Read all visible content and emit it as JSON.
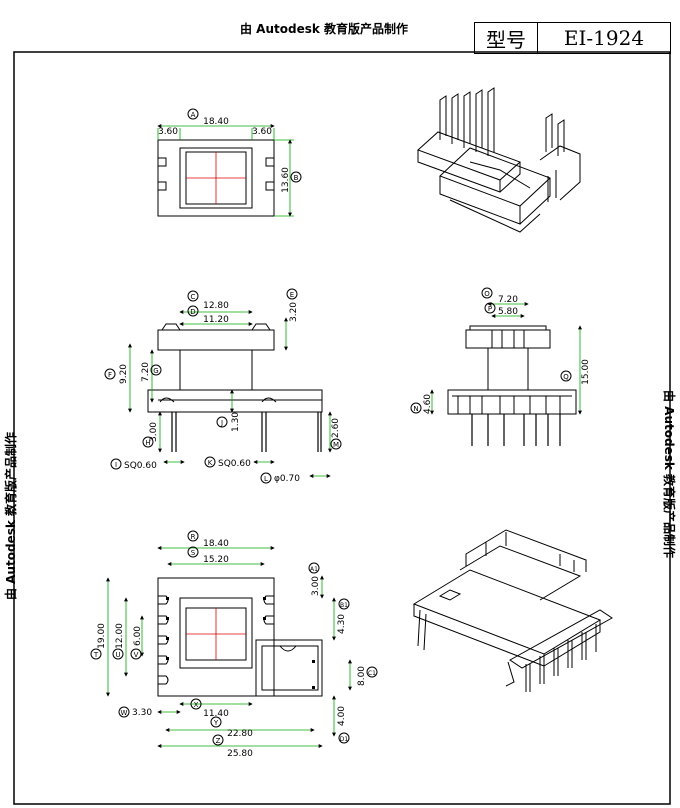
{
  "watermark": "由 Autodesk 教育版产品制作",
  "title_block": {
    "label": "型号",
    "value": "EI-1924"
  },
  "top_view": {
    "overall": "18.40",
    "overall_tag": "A",
    "left_offset": "3.60",
    "right_offset": "3.60",
    "depth": "13.60",
    "depth_tag": "B"
  },
  "front_view": {
    "width_c": "12.80",
    "width_c_tag": "C",
    "width_d": "11.20",
    "width_d_tag": "D",
    "e_dim": "3.20",
    "e_tag": "E",
    "f_dim": "9.20",
    "f_tag": "F",
    "g_dim": "7.20",
    "g_tag": "G",
    "h_dim": "3.00",
    "h_tag": "H",
    "j_dim": "1.30",
    "j_tag": "J",
    "m_dim": "2.60",
    "m_tag": "M",
    "i_pin": "SQ0.60",
    "i_tag": "I",
    "k_pin": "SQ0.60",
    "k_tag": "K",
    "l_pin": "φ0.70",
    "l_tag": "L"
  },
  "side_view": {
    "o_dim": "7.20",
    "o_tag": "O",
    "p_dim": "5.80",
    "p_tag": "P",
    "q_dim": "15.00",
    "q_tag": "Q",
    "n_dim": "4.60",
    "n_tag": "N"
  },
  "bottom_view": {
    "r_dim": "18.40",
    "r_tag": "R",
    "s_dim": "15.20",
    "s_tag": "S",
    "t_dim": "19.00",
    "t_tag": "T",
    "u_dim": "12.00",
    "u_tag": "U",
    "v_dim": "6.00",
    "v_tag": "V",
    "w_dim": "3.30",
    "w_tag": "W",
    "x_dim": "11.40",
    "x_tag": "X",
    "y_dim": "22.80",
    "y_tag": "Y",
    "z_dim": "25.80",
    "z_tag": "Z",
    "a1_dim": "3.00",
    "a1_tag": "A1",
    "b1_dim": "4.30",
    "b1_tag": "B1",
    "c1_dim": "8.00",
    "c1_tag": "C1",
    "d1_dim": "4.00",
    "d1_tag": "D1"
  }
}
